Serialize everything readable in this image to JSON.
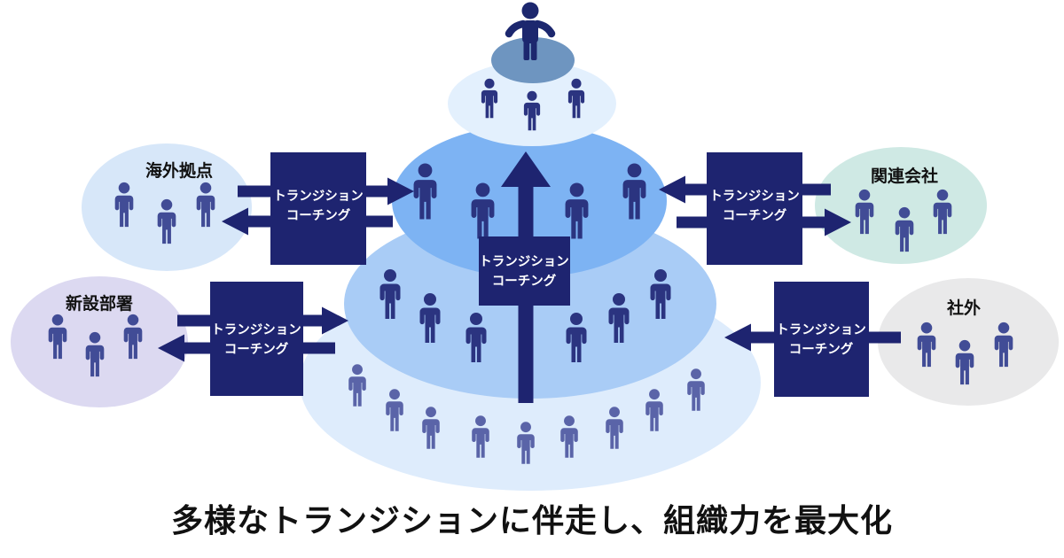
{
  "diagram": {
    "coaching": {
      "line1": "トランジション",
      "line2": "コーチング"
    },
    "satellites": [
      {
        "id": "overseas",
        "label": "海外拠点"
      },
      {
        "id": "affiliates",
        "label": "関連会社"
      },
      {
        "id": "new_department",
        "label": "新設部署"
      },
      {
        "id": "outside",
        "label": "社外"
      }
    ],
    "caption": "多様なトランジションに伴走し、組織力を最大化"
  },
  "palette": {
    "background": "#ffffff",
    "navy": "#1e2470",
    "summit_ellipse": "#6e95c0",
    "tier2": "#e3f0fd",
    "tier3": "#7db3f3",
    "tier4": "#a9ccf6",
    "tier5": "#deecfc",
    "overseas_ellipse": "#d7e7f9",
    "affiliates_ellipse": "#cfe9e4",
    "newdept_ellipse": "#dcd9f1",
    "outside_ellipse": "#e9e9ea",
    "person_dark": "#2b3480",
    "person_medium": "#414c96",
    "person_light": "#5a64a8",
    "leader": "#1c276e",
    "box_text": "#ffffff",
    "label_color": "#111111",
    "caption_color": "#111111"
  }
}
